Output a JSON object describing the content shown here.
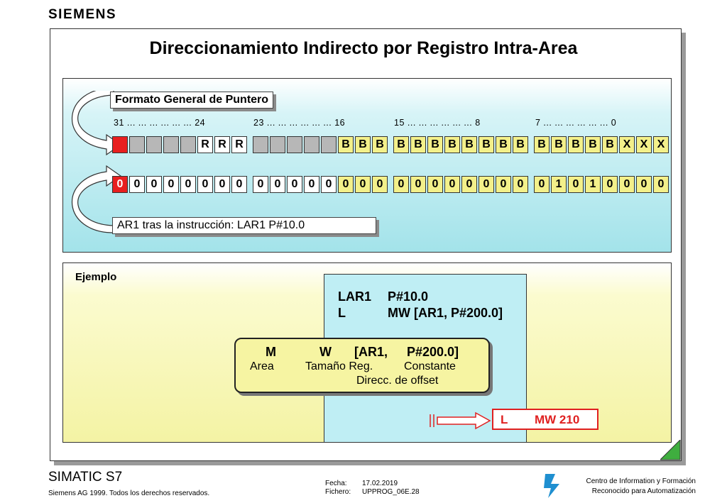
{
  "brand": "SIEMENS",
  "title": "Direccionamiento Indirecto por Registro Intra-Area",
  "pointer_format": {
    "label": "Formato General de Puntero",
    "bit_indices": [
      "31 ... ... ... ... ... ... 24",
      "23 ... ... ... ... ... ... 16",
      "15 ... ... ... ... ... ... 8",
      "7 ... ... ... ... ... ... 0"
    ],
    "bytes": [
      [
        "",
        "",
        "",
        "",
        "",
        "R",
        "R",
        "R"
      ],
      [
        "",
        "",
        "",
        "",
        "",
        "B",
        "B",
        "B"
      ],
      [
        "B",
        "B",
        "B",
        "B",
        "B",
        "B",
        "B",
        "B"
      ],
      [
        "B",
        "B",
        "B",
        "B",
        "B",
        "X",
        "X",
        "X"
      ]
    ],
    "byte_colors": [
      [
        "red",
        "grey",
        "grey",
        "grey",
        "grey",
        "white",
        "white",
        "white"
      ],
      [
        "grey",
        "grey",
        "grey",
        "grey",
        "grey",
        "yellow",
        "yellow",
        "yellow"
      ],
      [
        "yellow",
        "yellow",
        "yellow",
        "yellow",
        "yellow",
        "yellow",
        "yellow",
        "yellow"
      ],
      [
        "yellow",
        "yellow",
        "yellow",
        "yellow",
        "yellow",
        "yellow",
        "yellow",
        "yellow"
      ]
    ]
  },
  "ar1_value": {
    "label": "AR1 tras la instrucción:  LAR1  P#10.0",
    "bytes": [
      [
        "0",
        "0",
        "0",
        "0",
        "0",
        "0",
        "0",
        "0"
      ],
      [
        "0",
        "0",
        "0",
        "0",
        "0",
        "0",
        "0",
        "0"
      ],
      [
        "0",
        "0",
        "0",
        "0",
        "0",
        "0",
        "0",
        "0"
      ],
      [
        "0",
        "1",
        "0",
        "1",
        "0",
        "0",
        "0",
        "0"
      ]
    ],
    "byte_colors": [
      [
        "red",
        "white",
        "white",
        "white",
        "white",
        "white",
        "white",
        "white"
      ],
      [
        "white",
        "white",
        "white",
        "white",
        "white",
        "yellow",
        "yellow",
        "yellow"
      ],
      [
        "yellow",
        "yellow",
        "yellow",
        "yellow",
        "yellow",
        "yellow",
        "yellow",
        "yellow"
      ],
      [
        "yellow",
        "yellow",
        "yellow",
        "yellow",
        "yellow",
        "yellow",
        "yellow",
        "yellow"
      ]
    ]
  },
  "example": {
    "label": "Ejemplo",
    "code": [
      {
        "op": "LAR1",
        "arg": "P#10.0"
      },
      {
        "op": "L",
        "arg": "MW [AR1, P#200.0]"
      }
    ],
    "explanation": {
      "area": "M",
      "size": "W",
      "reg": "[AR1,",
      "const": "P#200.0]",
      "area_label": "Area",
      "size_label": "Tamaño Reg.",
      "const_label": "Constante",
      "line3": "Direcc.  de offset"
    },
    "result": {
      "op": "L",
      "arg": "MW 210"
    }
  },
  "footer": {
    "product": "SIMATIC S7",
    "copyright": "Siemens AG 1999. Todos los derechos reservados.",
    "date_label": "Fecha:",
    "date_value": "17.02.2019",
    "file_label": "Fichero:",
    "file_value": "UPPROG_06E.28",
    "center_line1": "Centro de Information y Formación",
    "center_line2": "Reconocido para Automatización"
  },
  "colors": {
    "red": "#e81f1f",
    "cyan": "#a3e3ea",
    "yellow": "#f4f3a4",
    "grey": "#b7b7b7"
  }
}
